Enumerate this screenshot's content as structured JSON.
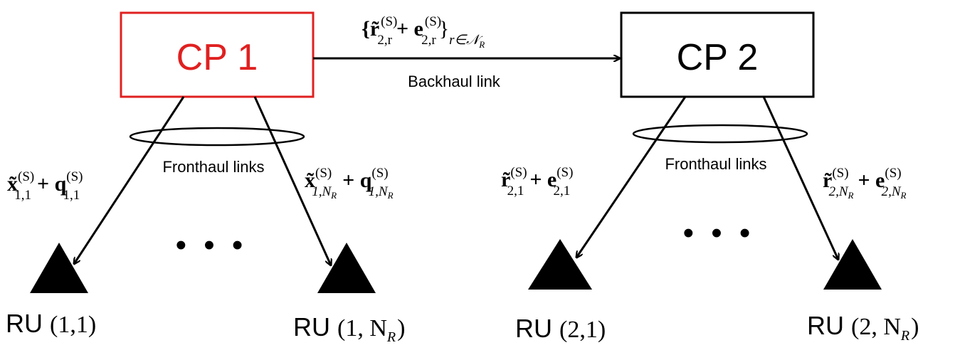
{
  "nodes": {
    "cp1": {
      "label": "CP 1",
      "color": "#e02020"
    },
    "cp2": {
      "label": "CP 2",
      "color": "#000000"
    }
  },
  "links": {
    "backhaul": {
      "label": "Backhaul link",
      "signal_main": "{r̃",
      "signal_main_sub": "2,r",
      "signal_main_sup": "(S)",
      "signal_plus": "+ e",
      "signal_plus_sub": "2,r",
      "signal_plus_sup": "(S)",
      "signal_close": "}",
      "signal_close_sub": "r∈𝒩",
      "signal_close_subsub": "R"
    },
    "fronthaul_left": {
      "label": "Fronthaul links"
    },
    "fronthaul_right": {
      "label": "Fronthaul links"
    }
  },
  "signals": {
    "cp1_ru1": {
      "a": "x̃",
      "a_sub": "1,1",
      "a_sup": "(S)",
      "b": "+ q",
      "b_sub": "1,1",
      "b_sup": "(S)"
    },
    "cp1_ruN": {
      "a": "x̃",
      "a_sub": "1,N",
      "a_subsub": "R",
      "a_sup": "(S)",
      "b": "+ q",
      "b_sub": "1,N",
      "b_subsub": "R",
      "b_sup": "(S)"
    },
    "cp2_ru1": {
      "a": "r̃",
      "a_sub": "2,1",
      "a_sup": "(S)",
      "b": "+ e",
      "b_sub": "2,1",
      "b_sup": "(S)"
    },
    "cp2_ruN": {
      "a": "r̃",
      "a_sub": "2,N",
      "a_subsub": "R",
      "a_sup": "(S)",
      "b": "+ e",
      "b_sub": "2,N",
      "b_subsub": "R",
      "b_sup": "(S)"
    }
  },
  "radio_units": {
    "ru11": {
      "prefix": "RU",
      "index": "(1,1)"
    },
    "ru1N": {
      "prefix": "RU",
      "index_open": "(1, N",
      "index_sub": "R",
      "index_close": ")"
    },
    "ru21": {
      "prefix": "RU",
      "index": "(2,1)"
    },
    "ru2N": {
      "prefix": "RU",
      "index_open": "(2, N",
      "index_sub": "R",
      "index_close": ")"
    }
  },
  "ellipsis": "• • •"
}
